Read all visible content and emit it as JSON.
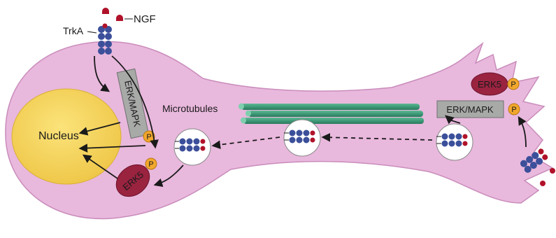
{
  "labels": {
    "ngf": "NGF",
    "trka": "TrkA",
    "nucleus": "Nucleus",
    "microtubules": "Microtubules",
    "erk_mapk_soma": "ERK/MAPK",
    "erk_mapk_terminal": "ERK/MAPK",
    "erk5_soma": "ERK5",
    "erk5_terminal": "ERK5",
    "phospho": "P"
  },
  "colors": {
    "cell_fill": "#e9b8dd",
    "cell_stroke": "#c98cbb",
    "nucleus_fill": "#f4d45a",
    "microtubule": "#3e9a78",
    "erk_box": "#a8aaa8",
    "erk5": "#9a2340",
    "phospho": "#f2a82d",
    "receptor_blue": "#3b4f9a",
    "ngf_red": "#b0122a"
  }
}
